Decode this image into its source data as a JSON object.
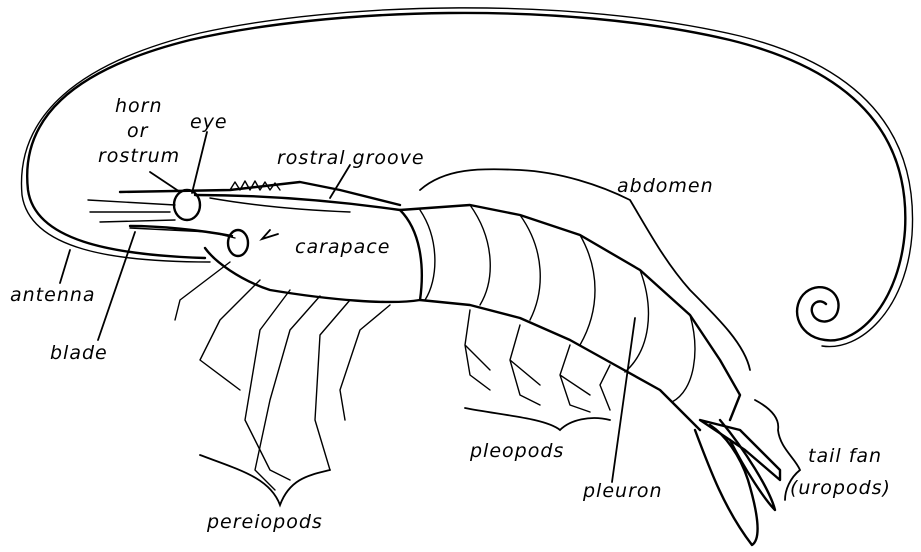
{
  "labels": {
    "horn": "horn",
    "or": "or",
    "rostrum": "rostrum",
    "eye": "eye",
    "rostral_groove": "rostral groove",
    "abdomen": "abdomen",
    "carapace": "carapace",
    "antenna": "antenna",
    "blade": "blade",
    "pereiopods": "pereiopods",
    "pleopods": "pleopods",
    "pleuron": "pleuron",
    "tail_fan": "tail fan",
    "uropods": "(uropods)"
  },
  "colors": {
    "ink": "#000000",
    "background": "#ffffff"
  }
}
